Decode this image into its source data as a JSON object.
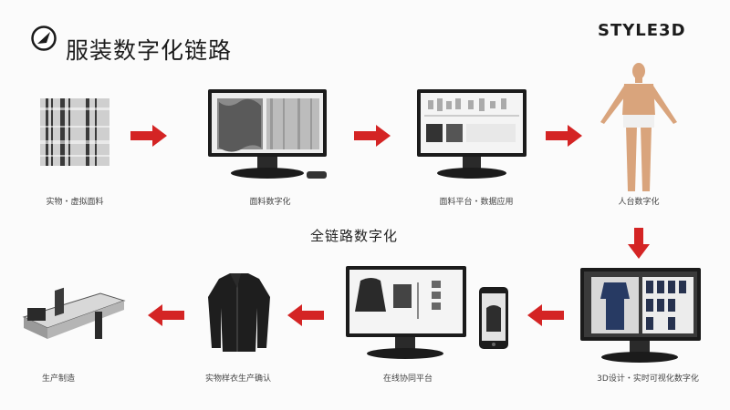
{
  "header": {
    "title": "服装数字化链路",
    "logo": "STYLE3D"
  },
  "subtitle": "全链路数字化",
  "steps": [
    {
      "label": "实物・虚拟面料"
    },
    {
      "label": "面料数字化"
    },
    {
      "label": "面料平台・数据应用"
    },
    {
      "label": "人台数字化"
    },
    {
      "label": "3D设计・实时可视化数字化"
    },
    {
      "label": "在线协同平台"
    },
    {
      "label": "实物样衣生产确认"
    },
    {
      "label": "生产制造"
    }
  ],
  "colors": {
    "arrow": "#d42424",
    "monitor_frame": "#1b1b1b",
    "background": "#fbfbfb"
  }
}
